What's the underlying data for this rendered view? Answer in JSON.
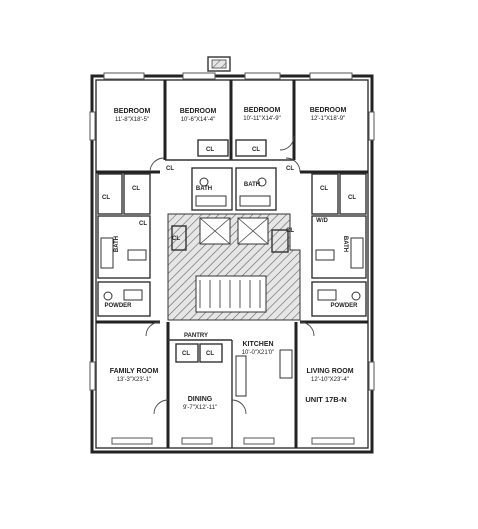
{
  "plan": {
    "unit_label": "UNIT 17B-N",
    "rooms": {
      "bedroom1": {
        "name": "BEDROOM",
        "dims": "11'-8\"X18'-5\""
      },
      "bedroom2": {
        "name": "BEDROOM",
        "dims": "10'-6\"X14'-4\""
      },
      "bedroom3": {
        "name": "BEDROOM",
        "dims": "10'-11\"X14'-9\""
      },
      "bedroom4": {
        "name": "BEDROOM",
        "dims": "12'-1\"X18'-9\""
      },
      "family": {
        "name": "FAMILY ROOM",
        "dims": "13'-3\"X23'-1\""
      },
      "kitchen": {
        "name": "KITCHEN",
        "dims": "10'-0\"X21'0\""
      },
      "living": {
        "name": "LIVING ROOM",
        "dims": "12'-10\"X23'-4\""
      },
      "dining": {
        "name": "DINING",
        "dims": "9'-7\"X12'-11\""
      }
    },
    "labels": {
      "cl": "CL",
      "bath": "BATH",
      "powder": "POWDER",
      "pantry": "PANTRY",
      "wd": "W/D"
    }
  }
}
